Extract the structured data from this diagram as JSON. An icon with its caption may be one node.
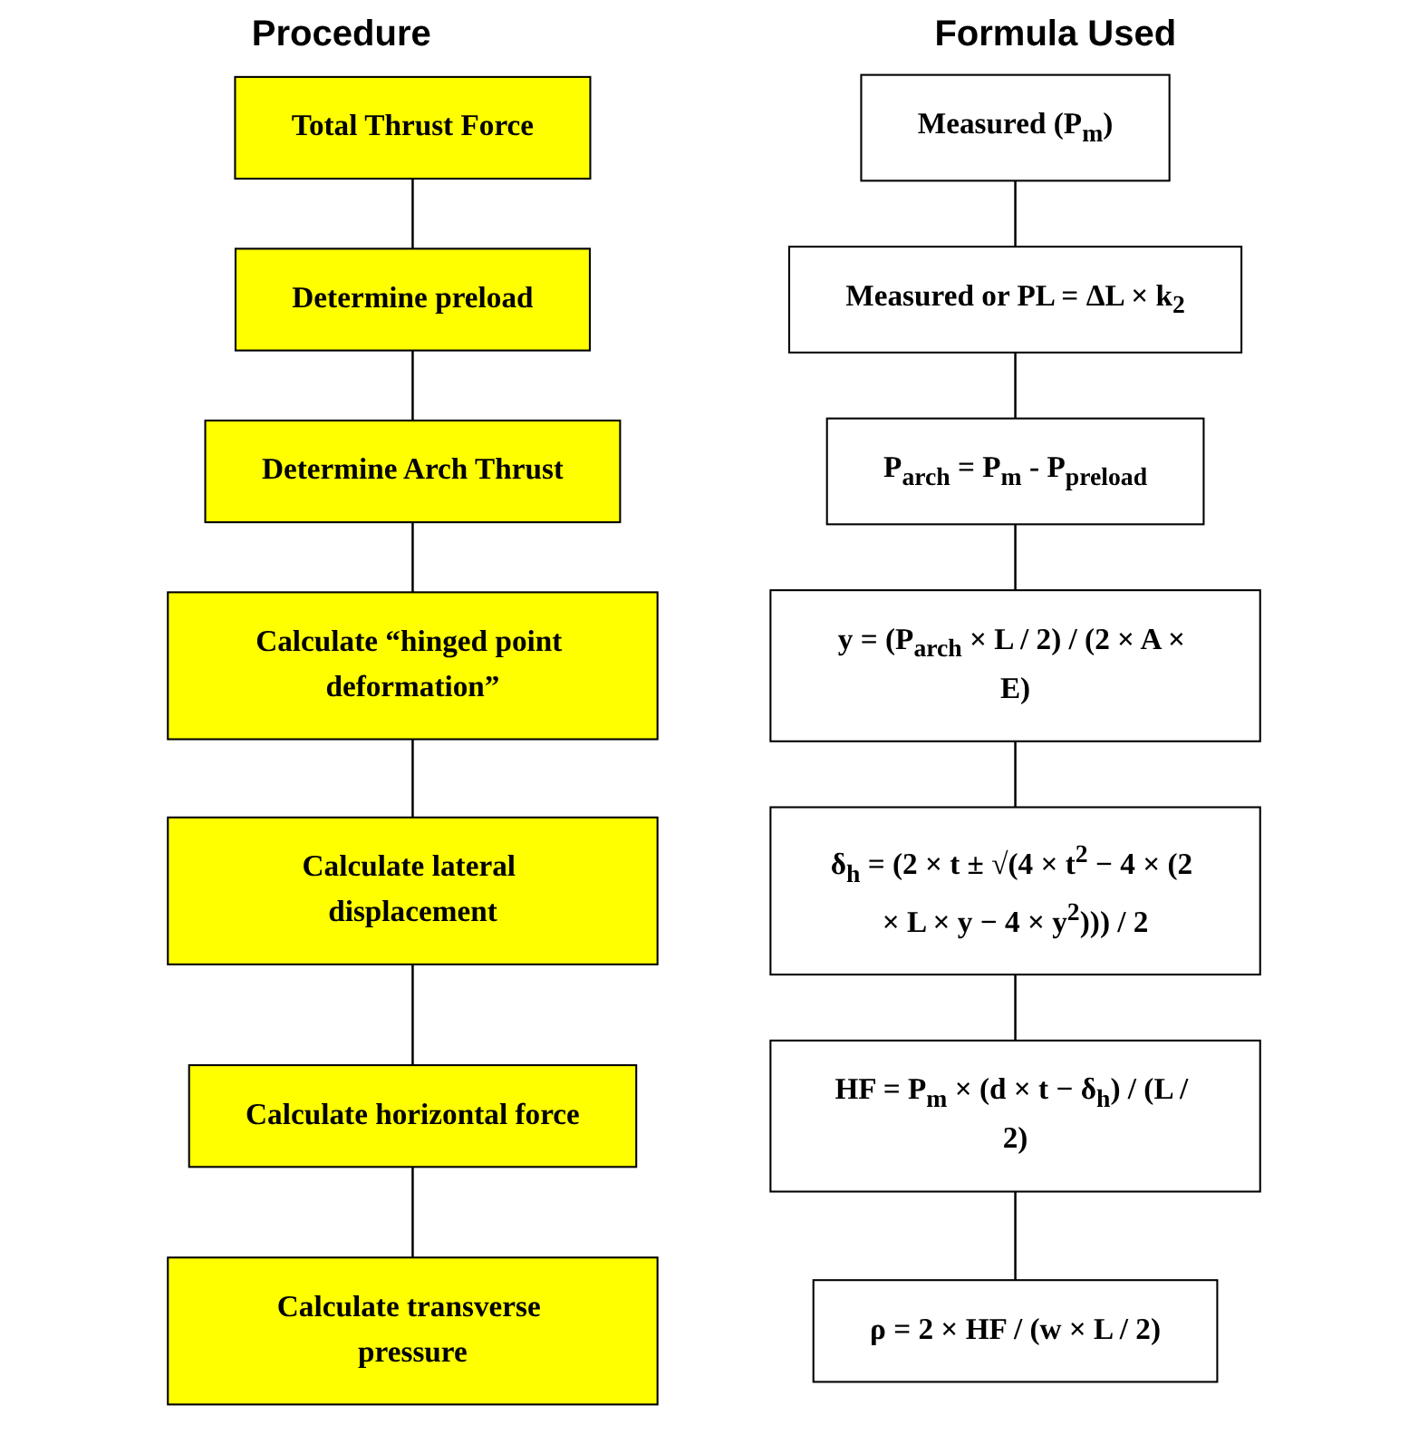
{
  "diagram": {
    "nodes": [
      {
        "text": [
          "Total Thrust Force"
        ]
      },
      {
        "text": [
          "Determine preload"
        ]
      },
      {
        "text": [
          "Determine Arch Thrust"
        ]
      },
      {
        "text": [
          "Calculate “hinged point deformation”"
        ]
      },
      {
        "text": [
          "Calculate lateral displacement"
        ]
      },
      {
        "text": [
          "Calculate horizontal force"
        ]
      },
      {
        "text": [
          "Calculate transverse pressure"
        ]
      },
      {
        "text": [
          "Measured (P$_{m}$)"
        ]
      },
      {
        "text": [
          "Measured or PL = ΔL × k$_{2}$"
        ]
      },
      {
        "text": [
          "P$_{arch}$ = P$_{m}$ - P$_{preload}$"
        ]
      },
      {
        "text": [
          "y = (P$_{arch}$ × L / 2) / (2 × A × E)"
        ]
      },
      {
        "text": [
          "δ$_{h}$ = (2 × t ± √(4 × t$^{2}$ − 4 × (2 × L × y − 4 × y$^{2}$))) / 2"
        ]
      },
      {
        "text": [
          "HF = P$_{m}$ × (d × t − δ$_{h}$) / (L / 2)"
        ]
      },
      {
        "text": [
          "ρ = 2 × HF / (w × L / 2)"
        ]
      }
    ],
    "edges": [
      {
        "from": 0,
        "to": 1,
        "arrow": "none"
      },
      {
        "from": 1,
        "to": 2,
        "arrow": "none"
      },
      {
        "from": 2,
        "to": 3,
        "arrow": "none"
      },
      {
        "from": 3,
        "to": 4,
        "arrow": "none"
      },
      {
        "from": 4,
        "to": 5,
        "arrow": "none"
      },
      {
        "from": 5,
        "to": 6,
        "arrow": "none"
      },
      {
        "from": 7,
        "to": 8,
        "arrow": "none"
      },
      {
        "from": 8,
        "to": 9,
        "arrow": "none"
      },
      {
        "from": 9,
        "to": 10,
        "arrow": "none"
      },
      {
        "from": 10,
        "to": 11,
        "arrow": "none"
      },
      {
        "from": 11,
        "to": 12,
        "arrow": "none"
      },
      {
        "from": 12,
        "to": 13,
        "arrow": "none"
      }
    ],
    "labels": [
      "Procedure",
      "Formula Used"
    ]
  }
}
